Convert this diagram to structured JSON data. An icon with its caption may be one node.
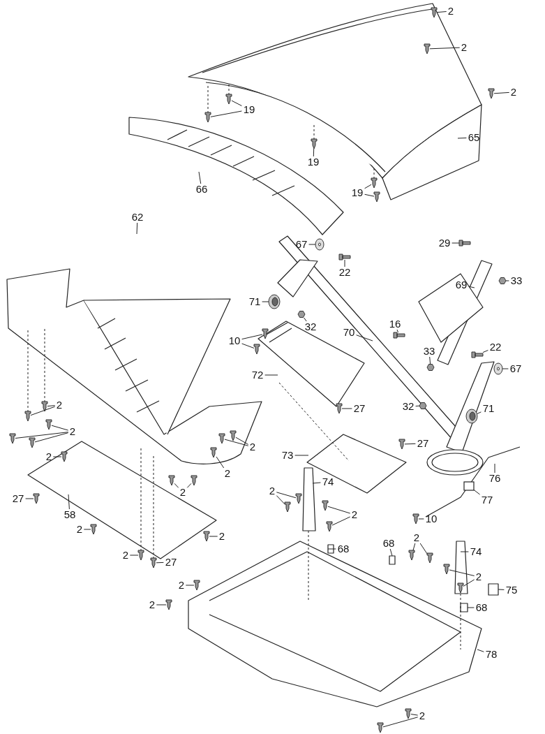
{
  "diagram": {
    "nodes": [
      {
        "text": [
          "2"
        ]
      },
      {
        "text": [
          "2"
        ]
      },
      {
        "text": [
          "2"
        ]
      },
      {
        "text": [
          "19"
        ]
      },
      {
        "text": [
          "19"
        ]
      },
      {
        "text": [
          "65"
        ]
      },
      {
        "text": [
          "66"
        ]
      },
      {
        "text": [
          "19"
        ]
      },
      {
        "text": [
          "62"
        ]
      },
      {
        "text": [
          "29"
        ]
      },
      {
        "text": [
          "67"
        ]
      },
      {
        "text": [
          "22"
        ]
      },
      {
        "text": [
          "33"
        ]
      },
      {
        "text": [
          "69"
        ]
      },
      {
        "text": [
          "71"
        ]
      },
      {
        "text": [
          "32"
        ]
      },
      {
        "text": [
          "70"
        ]
      },
      {
        "text": [
          "16"
        ]
      },
      {
        "text": [
          "22"
        ]
      },
      {
        "text": [
          "10"
        ]
      },
      {
        "text": [
          "72"
        ]
      },
      {
        "text": [
          "33"
        ]
      },
      {
        "text": [
          "67"
        ]
      },
      {
        "text": [
          "32"
        ]
      },
      {
        "text": [
          "71"
        ]
      },
      {
        "text": [
          "27"
        ]
      },
      {
        "text": [
          "27"
        ]
      },
      {
        "text": [
          "73"
        ]
      },
      {
        "text": [
          "76"
        ]
      },
      {
        "text": [
          "77"
        ]
      },
      {
        "text": [
          "10"
        ]
      },
      {
        "text": [
          "2"
        ]
      },
      {
        "text": [
          "2"
        ]
      },
      {
        "text": [
          "2"
        ]
      },
      {
        "text": [
          "2"
        ]
      },
      {
        "text": [
          "2"
        ]
      },
      {
        "text": [
          "2"
        ]
      },
      {
        "text": [
          "27"
        ]
      },
      {
        "text": [
          "58"
        ]
      },
      {
        "text": [
          "2"
        ]
      },
      {
        "text": [
          "2"
        ]
      },
      {
        "text": [
          "2"
        ]
      },
      {
        "text": [
          "27"
        ]
      },
      {
        "text": [
          "2"
        ]
      },
      {
        "text": [
          "74"
        ]
      },
      {
        "text": [
          "2"
        ]
      },
      {
        "text": [
          "68"
        ]
      },
      {
        "text": [
          "68"
        ]
      },
      {
        "text": [
          "2"
        ]
      },
      {
        "text": [
          "74"
        ]
      },
      {
        "text": [
          "2"
        ]
      },
      {
        "text": [
          "2"
        ]
      },
      {
        "text": [
          "2"
        ]
      },
      {
        "text": [
          "75"
        ]
      },
      {
        "text": [
          "68"
        ]
      },
      {
        "text": [
          "78"
        ]
      },
      {
        "text": [
          "2"
        ]
      },
      {
        "text": [],
        "shape": "screw"
      },
      {
        "text": [],
        "shape": "screw"
      },
      {
        "text": [],
        "shape": "screw"
      },
      {
        "text": [],
        "shape": "screw"
      },
      {
        "text": [],
        "shape": "screw"
      },
      {
        "text": [],
        "shape": "screw"
      },
      {
        "text": [],
        "shape": "screw"
      },
      {
        "text": [],
        "shape": "screw"
      },
      {
        "text": [],
        "shape": "bolt"
      },
      {
        "text": [],
        "shape": "bolt"
      },
      {
        "text": [],
        "shape": "nut"
      },
      {
        "text": [],
        "shape": "nut"
      },
      {
        "text": [],
        "shape": "bolt"
      },
      {
        "text": [],
        "shape": "bolt"
      },
      {
        "text": [],
        "shape": "screw"
      },
      {
        "text": [],
        "shape": "screw"
      },
      {
        "text": [],
        "shape": "nut"
      },
      {
        "text": [],
        "shape": "nut"
      },
      {
        "text": [],
        "shape": "screw"
      },
      {
        "text": [],
        "shape": "screw"
      },
      {
        "text": [],
        "shape": "screw"
      },
      {
        "text": [],
        "shape": "screw"
      },
      {
        "text": [],
        "shape": "screw"
      },
      {
        "text": [],
        "shape": "screw"
      },
      {
        "text": [],
        "shape": "screw"
      },
      {
        "text": [],
        "shape": "screw"
      },
      {
        "text": [],
        "shape": "screw"
      },
      {
        "text": [],
        "shape": "screw"
      },
      {
        "text": [],
        "shape": "screw"
      },
      {
        "text": [],
        "shape": "screw"
      },
      {
        "text": [],
        "shape": "screw"
      },
      {
        "text": [],
        "shape": "screw"
      },
      {
        "text": [],
        "shape": "screw"
      },
      {
        "text": [],
        "shape": "screw"
      },
      {
        "text": [],
        "shape": "screw"
      },
      {
        "text": [],
        "shape": "screw"
      },
      {
        "text": [],
        "shape": "screw"
      },
      {
        "text": [],
        "shape": "screw"
      },
      {
        "text": [],
        "shape": "screw"
      },
      {
        "text": [],
        "shape": "screw"
      },
      {
        "text": [],
        "shape": "screw"
      },
      {
        "text": [],
        "shape": "screw"
      },
      {
        "text": [],
        "shape": "screw"
      },
      {
        "text": [],
        "shape": "screw"
      },
      {
        "text": [],
        "shape": "screw"
      },
      {
        "text": [],
        "shape": "screw"
      },
      {
        "text": [],
        "shape": "screw"
      },
      {
        "text": [],
        "shape": "screw"
      },
      {
        "text": [],
        "shape": "screw"
      },
      {
        "text": [],
        "shape": "circle"
      },
      {
        "text": [],
        "shape": "cylinder"
      },
      {
        "text": [],
        "shape": "circle"
      },
      {
        "text": [],
        "shape": "cylinder"
      },
      {
        "text": [],
        "shape": "box"
      }
    ],
    "edges": [
      {
        "from": 0,
        "to": 57,
        "arrow": "none"
      },
      {
        "from": 1,
        "to": 58,
        "arrow": "none"
      },
      {
        "from": 2,
        "to": 59,
        "arrow": "none"
      },
      {
        "from": 3,
        "to": 60,
        "arrow": "none"
      },
      {
        "from": 3,
        "to": 61,
        "arrow": "none"
      },
      {
        "from": 4,
        "to": 62,
        "arrow": "none"
      },
      {
        "from": 5,
        "to": null,
        "arrow": "none"
      },
      {
        "from": 6,
        "to": null,
        "arrow": "none"
      },
      {
        "from": 7,
        "to": 63,
        "arrow": "none"
      },
      {
        "from": 7,
        "to": 64,
        "arrow": "none"
      },
      {
        "from": 8,
        "to": null,
        "arrow": "none"
      },
      {
        "from": 9,
        "to": 65,
        "arrow": "none"
      },
      {
        "from": 10,
        "to": 106,
        "arrow": "none"
      },
      {
        "from": 11,
        "to": 66,
        "arrow": "none"
      },
      {
        "from": 12,
        "to": 67,
        "arrow": "none"
      },
      {
        "from": 13,
        "to": null,
        "arrow": "none"
      },
      {
        "from": 14,
        "to": 107,
        "arrow": "none"
      },
      {
        "from": 15,
        "to": 68,
        "arrow": "none"
      },
      {
        "from": 16,
        "to": null,
        "arrow": "none"
      },
      {
        "from": 17,
        "to": 69,
        "arrow": "none"
      },
      {
        "from": 18,
        "to": 70,
        "arrow": "none"
      },
      {
        "from": 19,
        "to": 71,
        "arrow": "none"
      },
      {
        "from": 19,
        "to": 72,
        "arrow": "none"
      },
      {
        "from": 20,
        "to": null,
        "arrow": "none"
      },
      {
        "from": 21,
        "to": 73,
        "arrow": "none"
      },
      {
        "from": 22,
        "to": 108,
        "arrow": "none"
      },
      {
        "from": 23,
        "to": 74,
        "arrow": "none"
      },
      {
        "from": 24,
        "to": 109,
        "arrow": "none"
      },
      {
        "from": 25,
        "to": 75,
        "arrow": "none"
      },
      {
        "from": 26,
        "to": 76,
        "arrow": "none"
      },
      {
        "from": 27,
        "to": null,
        "arrow": "none"
      },
      {
        "from": 28,
        "to": null,
        "arrow": "none"
      },
      {
        "from": 29,
        "to": 110,
        "arrow": "none"
      },
      {
        "from": 30,
        "to": 77,
        "arrow": "none"
      },
      {
        "from": 31,
        "to": 78,
        "arrow": "none"
      },
      {
        "from": 31,
        "to": 79,
        "arrow": "none"
      },
      {
        "from": 32,
        "to": 80,
        "arrow": "none"
      },
      {
        "from": 32,
        "to": 81,
        "arrow": "none"
      },
      {
        "from": 32,
        "to": 82,
        "arrow": "none"
      },
      {
        "from": 33,
        "to": 83,
        "arrow": "none"
      },
      {
        "from": 34,
        "to": 84,
        "arrow": "none"
      },
      {
        "from": 34,
        "to": 85,
        "arrow": "none"
      },
      {
        "from": 35,
        "to": 86,
        "arrow": "none"
      },
      {
        "from": 36,
        "to": 87,
        "arrow": "none"
      },
      {
        "from": 36,
        "to": 88,
        "arrow": "none"
      },
      {
        "from": 37,
        "to": 89,
        "arrow": "none"
      },
      {
        "from": 38,
        "to": null,
        "arrow": "none"
      },
      {
        "from": 39,
        "to": 90,
        "arrow": "none"
      },
      {
        "from": 40,
        "to": 91,
        "arrow": "none"
      },
      {
        "from": 41,
        "to": 92,
        "arrow": "none"
      },
      {
        "from": 42,
        "to": 93,
        "arrow": "none"
      },
      {
        "from": 43,
        "to": 94,
        "arrow": "none"
      },
      {
        "from": 43,
        "to": 95,
        "arrow": "none"
      },
      {
        "from": 44,
        "to": null,
        "arrow": "none"
      },
      {
        "from": 45,
        "to": 96,
        "arrow": "none"
      },
      {
        "from": 45,
        "to": 97,
        "arrow": "none"
      },
      {
        "from": 46,
        "to": null,
        "arrow": "none"
      },
      {
        "from": 47,
        "to": null,
        "arrow": "none"
      },
      {
        "from": 48,
        "to": 98,
        "arrow": "none"
      },
      {
        "from": 48,
        "to": 99,
        "arrow": "none"
      },
      {
        "from": 49,
        "to": null,
        "arrow": "none"
      },
      {
        "from": 50,
        "to": 100,
        "arrow": "none"
      },
      {
        "from": 50,
        "to": 101,
        "arrow": "none"
      },
      {
        "from": 51,
        "to": 102,
        "arrow": "none"
      },
      {
        "from": 52,
        "to": 103,
        "arrow": "none"
      },
      {
        "from": 53,
        "to": null,
        "arrow": "none"
      },
      {
        "from": 54,
        "to": null,
        "arrow": "none"
      },
      {
        "from": 55,
        "to": null,
        "arrow": "none"
      },
      {
        "from": 56,
        "to": 104,
        "arrow": "none"
      },
      {
        "from": 56,
        "to": 105,
        "arrow": "none"
      }
    ]
  }
}
